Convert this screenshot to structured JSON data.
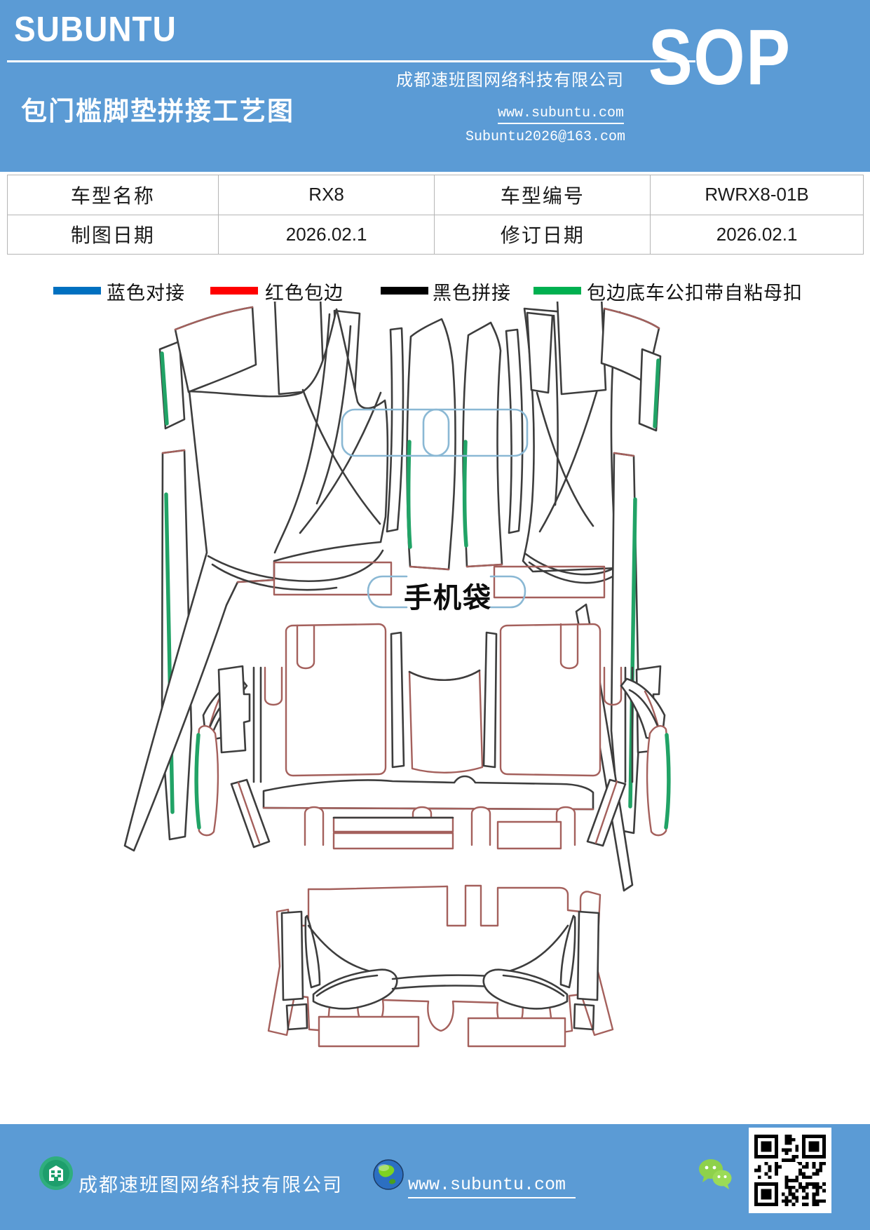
{
  "header": {
    "bg": "#5B9BD5",
    "logo": "SUBUNTU",
    "title": "包门槛脚垫拼接工艺图",
    "company": "成都速班图网络科技有限公司",
    "website": "www.subuntu.com",
    "email": "Subuntu2026@163.com",
    "sop": "SOP"
  },
  "info_table": {
    "rows": [
      {
        "cells": [
          "车型名称",
          "RX8",
          "车型编号",
          "RWRX8-01B"
        ]
      },
      {
        "cells": [
          "制图日期",
          "2026.02.1",
          "修订日期",
          "2026.02.1"
        ]
      }
    ]
  },
  "legend": {
    "items": [
      {
        "label": "蓝色对接",
        "color": "#0070C0"
      },
      {
        "label": "红色包边",
        "color": "#FF0000"
      },
      {
        "label": "黑色拼接",
        "color": "#000000"
      },
      {
        "label": "包边底车公扣带自粘母扣",
        "color": "#00B050"
      }
    ]
  },
  "diagram": {
    "phone_bag_label": "手机袋",
    "colors": {
      "outline": "#3d3d3d",
      "edging_red": "#a4605c",
      "snap_green": "#21a366",
      "pocket_blue": "#8ab8d4"
    }
  },
  "footer": {
    "bg": "#5B9BD5",
    "company": "成都速班图网络科技有限公司",
    "website": "www.subuntu.com",
    "icons": [
      "building-icon",
      "globe-icon",
      "wechat-icon",
      "qr-code"
    ]
  }
}
